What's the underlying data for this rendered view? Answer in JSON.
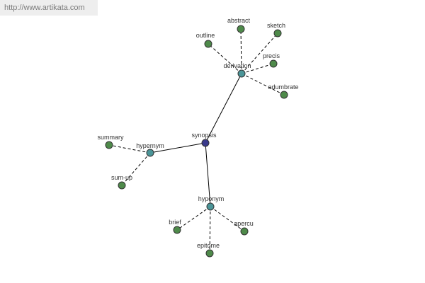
{
  "watermark": {
    "text": "http://www.artikata.com"
  },
  "colors": {
    "root": "#3a3a8c",
    "category": "#4b9598",
    "leaf": "#4e8a4a"
  },
  "graph": {
    "nodes": [
      {
        "id": "synopsis",
        "label": "synopsis",
        "kind": "root"
      },
      {
        "id": "derivation",
        "label": "derivation",
        "kind": "category"
      },
      {
        "id": "hypernym",
        "label": "hypernym",
        "kind": "category"
      },
      {
        "id": "hyponym",
        "label": "hyponym",
        "kind": "category"
      },
      {
        "id": "outline",
        "label": "outline",
        "kind": "leaf"
      },
      {
        "id": "abstract",
        "label": "abstract",
        "kind": "leaf"
      },
      {
        "id": "sketch",
        "label": "sketch",
        "kind": "leaf"
      },
      {
        "id": "precis",
        "label": "precis",
        "kind": "leaf"
      },
      {
        "id": "adumbrate",
        "label": "adumbrate",
        "kind": "leaf"
      },
      {
        "id": "summary",
        "label": "summary",
        "kind": "leaf"
      },
      {
        "id": "sum-up",
        "label": "sum-up",
        "kind": "leaf"
      },
      {
        "id": "brief",
        "label": "brief",
        "kind": "leaf"
      },
      {
        "id": "epitome",
        "label": "epitome",
        "kind": "leaf"
      },
      {
        "id": "apercu",
        "label": "apercu",
        "kind": "leaf"
      }
    ],
    "edges": [
      {
        "from": "synopsis",
        "to": "derivation",
        "style": "solid"
      },
      {
        "from": "synopsis",
        "to": "hypernym",
        "style": "solid"
      },
      {
        "from": "synopsis",
        "to": "hyponym",
        "style": "solid"
      },
      {
        "from": "derivation",
        "to": "outline",
        "style": "dashed"
      },
      {
        "from": "derivation",
        "to": "abstract",
        "style": "dashed"
      },
      {
        "from": "derivation",
        "to": "sketch",
        "style": "dashed"
      },
      {
        "from": "derivation",
        "to": "precis",
        "style": "dashed"
      },
      {
        "from": "derivation",
        "to": "adumbrate",
        "style": "dashed"
      },
      {
        "from": "hypernym",
        "to": "summary",
        "style": "dashed"
      },
      {
        "from": "hypernym",
        "to": "sum-up",
        "style": "dashed"
      },
      {
        "from": "hyponym",
        "to": "brief",
        "style": "dashed"
      },
      {
        "from": "hyponym",
        "to": "epitome",
        "style": "dashed"
      },
      {
        "from": "hyponym",
        "to": "apercu",
        "style": "dashed"
      }
    ]
  }
}
